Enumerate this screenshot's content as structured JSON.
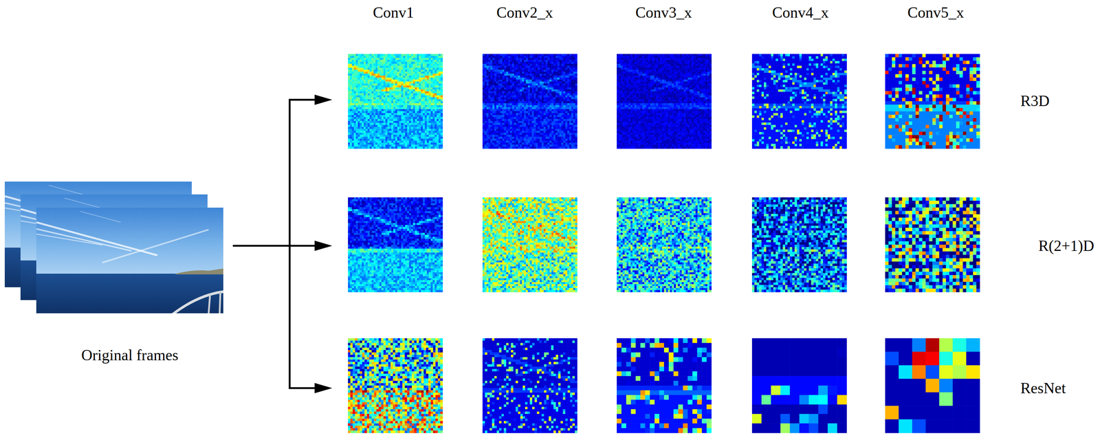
{
  "diagram": {
    "nodes": [
      {
        "text": [
          "Original frames"
        ]
      }
    ],
    "labels": [
      "Conv1",
      "Conv2_x",
      "Conv3_x",
      "Conv4_x",
      "Conv5_x",
      "R3D",
      "R(2+1)D",
      "ResNet"
    ]
  }
}
